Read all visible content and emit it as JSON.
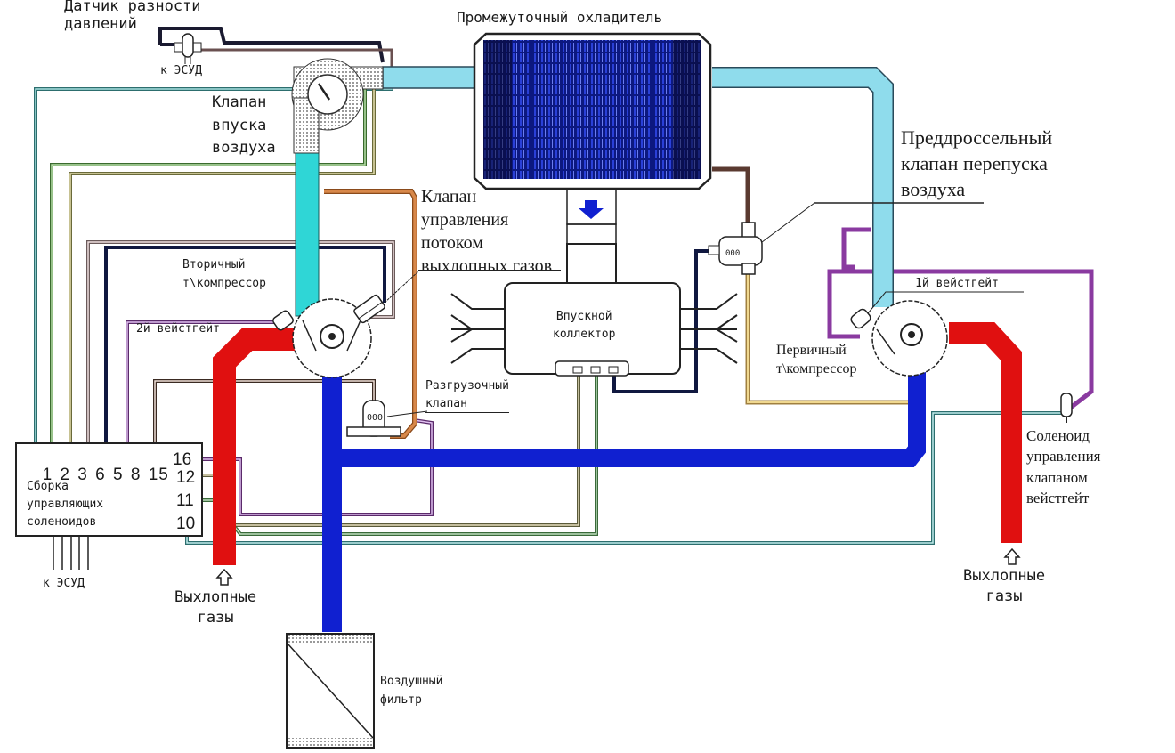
{
  "title": "Схема системы последовательного турбонаддува",
  "labels": {
    "pressure_sensor": "Датчик разности\nдавлений",
    "to_ecu_top": "к ЭСУД",
    "intake_valve": "Клапан\nвпуска\nвоздуха",
    "intercooler": "Промежуточный охладитель",
    "prethrottle_bypass": "Преддроссельный\nклапан перепуска\nвоздуха",
    "exhaust_flow_valve": "Клапан\nуправления\nпотоком\nвыхлопных газов",
    "secondary_turbo": "Вторичный\nт\\компрессор",
    "wastegate_2": "2й вейстгейт",
    "wastegate_1": "1й вейстгейт",
    "intake_manifold": "Впускной\nколлектор",
    "relief_valve": "Разгрузочный\nклапан",
    "primary_turbo": "Первичный\nт\\компрессор",
    "wastegate_solenoid": "Соленоид\nуправления\nклапаном\nвейстгейт",
    "solenoid_assembly": "Сборка\nуправляющих\nсоленоидов",
    "to_ecu_bottom": "к ЭСУД",
    "exhaust_left": "Выхлопные\nгазы",
    "exhaust_right": "Выхлопные\nгазы",
    "air_filter": "Воздушный\nфильтр"
  },
  "solenoid_pins": {
    "top": [
      "1",
      "2",
      "3",
      "6",
      "5",
      "8",
      "15"
    ],
    "right": [
      "16",
      "12",
      "11",
      "10"
    ]
  },
  "colors": {
    "charge_air": "#8fdcec",
    "cyan_pipe": "#2fd6d6",
    "intake_air": "#1020d0",
    "exhaust": "#e01010",
    "intercooler_core": "#0b1a6e",
    "vacuum_orange": "#c8783a",
    "purple_line": "#8a3aa0",
    "yellow_line": "#e8c060"
  }
}
